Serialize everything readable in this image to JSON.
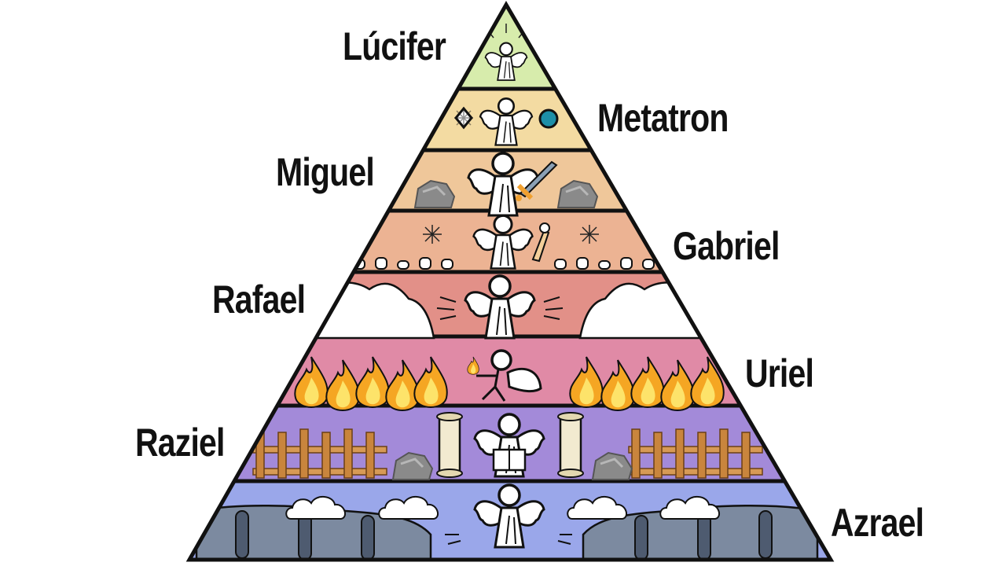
{
  "tiers": [
    {
      "name": "Lúcifer",
      "color": "#d7ecac"
    },
    {
      "name": "Metatron",
      "color": "#f3dba2"
    },
    {
      "name": "Miguel",
      "color": "#efc79a"
    },
    {
      "name": "Gabriel",
      "color": "#ecb393"
    },
    {
      "name": "Rafael",
      "color": "#e29088"
    },
    {
      "name": "Uriel",
      "color": "#e08aa6"
    },
    {
      "name": "Raziel",
      "color": "#a38ad9"
    },
    {
      "name": "Azrael",
      "color": "#9aa7ea"
    }
  ],
  "palette": {
    "outline": "#111111",
    "rock": "#8a8a8a",
    "fire_outer": "#f5a623",
    "fire_inner": "#fde36a",
    "wood": "#d79a55",
    "scroll": "#f2ead0",
    "cliff": "#7c8aa0",
    "orb": "#1d8fa8",
    "sword": "#8ba0b5",
    "sword_hilt": "#f0a030"
  }
}
